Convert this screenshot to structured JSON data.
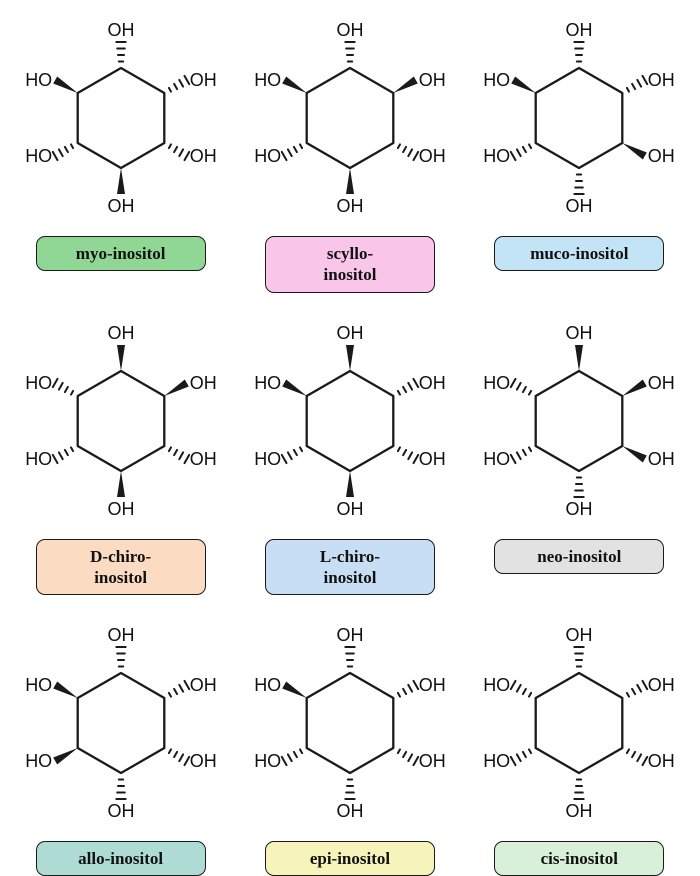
{
  "figure": {
    "description": "Nine stereoisomers of inositol drawn as cyclohexane hexagons with six hydroxyl groups",
    "oh_label": "OH",
    "ho_label": "HO",
    "bond_positions": [
      "top",
      "top-right",
      "bottom-right",
      "bottom",
      "bottom-left",
      "top-left"
    ],
    "line_color": "#1a1a1a",
    "cells": [
      {
        "name": "myo-inositol",
        "label_lines": [
          "myo-inositol"
        ],
        "box_color": "#90d795",
        "bonds": [
          "hash",
          "hash",
          "hash",
          "wedge",
          "hash",
          "wedge"
        ]
      },
      {
        "name": "scyllo-inositol",
        "label_lines": [
          "scyllo-",
          "inositol"
        ],
        "box_color": "#f9c6ea",
        "bonds": [
          "hash",
          "wedge",
          "hash",
          "wedge",
          "hash",
          "wedge"
        ]
      },
      {
        "name": "muco-inositol",
        "label_lines": [
          "muco-inositol"
        ],
        "box_color": "#c3e3f7",
        "bonds": [
          "hash",
          "hash",
          "wedge",
          "hash",
          "hash",
          "wedge"
        ]
      },
      {
        "name": "D-chiro-inositol",
        "label_lines": [
          "D-chiro-",
          "inositol"
        ],
        "box_color": "#fbdcc2",
        "bonds": [
          "wedge",
          "wedge",
          "hash",
          "wedge",
          "hash",
          "hash"
        ]
      },
      {
        "name": "L-chiro-inositol",
        "label_lines": [
          "L-chiro-",
          "inositol"
        ],
        "box_color": "#c8def5",
        "bonds": [
          "wedge",
          "hash",
          "hash",
          "wedge",
          "hash",
          "wedge"
        ]
      },
      {
        "name": "neo-inositol",
        "label_lines": [
          "neo-inositol"
        ],
        "box_color": "#e2e2e2",
        "bonds": [
          "wedge",
          "wedge",
          "wedge",
          "hash",
          "hash",
          "hash"
        ]
      },
      {
        "name": "allo-inositol",
        "label_lines": [
          "allo-inositol"
        ],
        "box_color": "#aedcd5",
        "bonds": [
          "hash",
          "hash",
          "hash",
          "hash",
          "wedge",
          "wedge"
        ]
      },
      {
        "name": "epi-inositol",
        "label_lines": [
          "epi-inositol"
        ],
        "box_color": "#f6f4bb",
        "bonds": [
          "hash",
          "hash",
          "hash",
          "hash",
          "hash",
          "wedge"
        ]
      },
      {
        "name": "cis-inositol",
        "label_lines": [
          "cis-inositol"
        ],
        "box_color": "#d8f0d8",
        "bonds": [
          "hash",
          "hash",
          "hash",
          "hash",
          "hash",
          "hash"
        ]
      }
    ]
  }
}
